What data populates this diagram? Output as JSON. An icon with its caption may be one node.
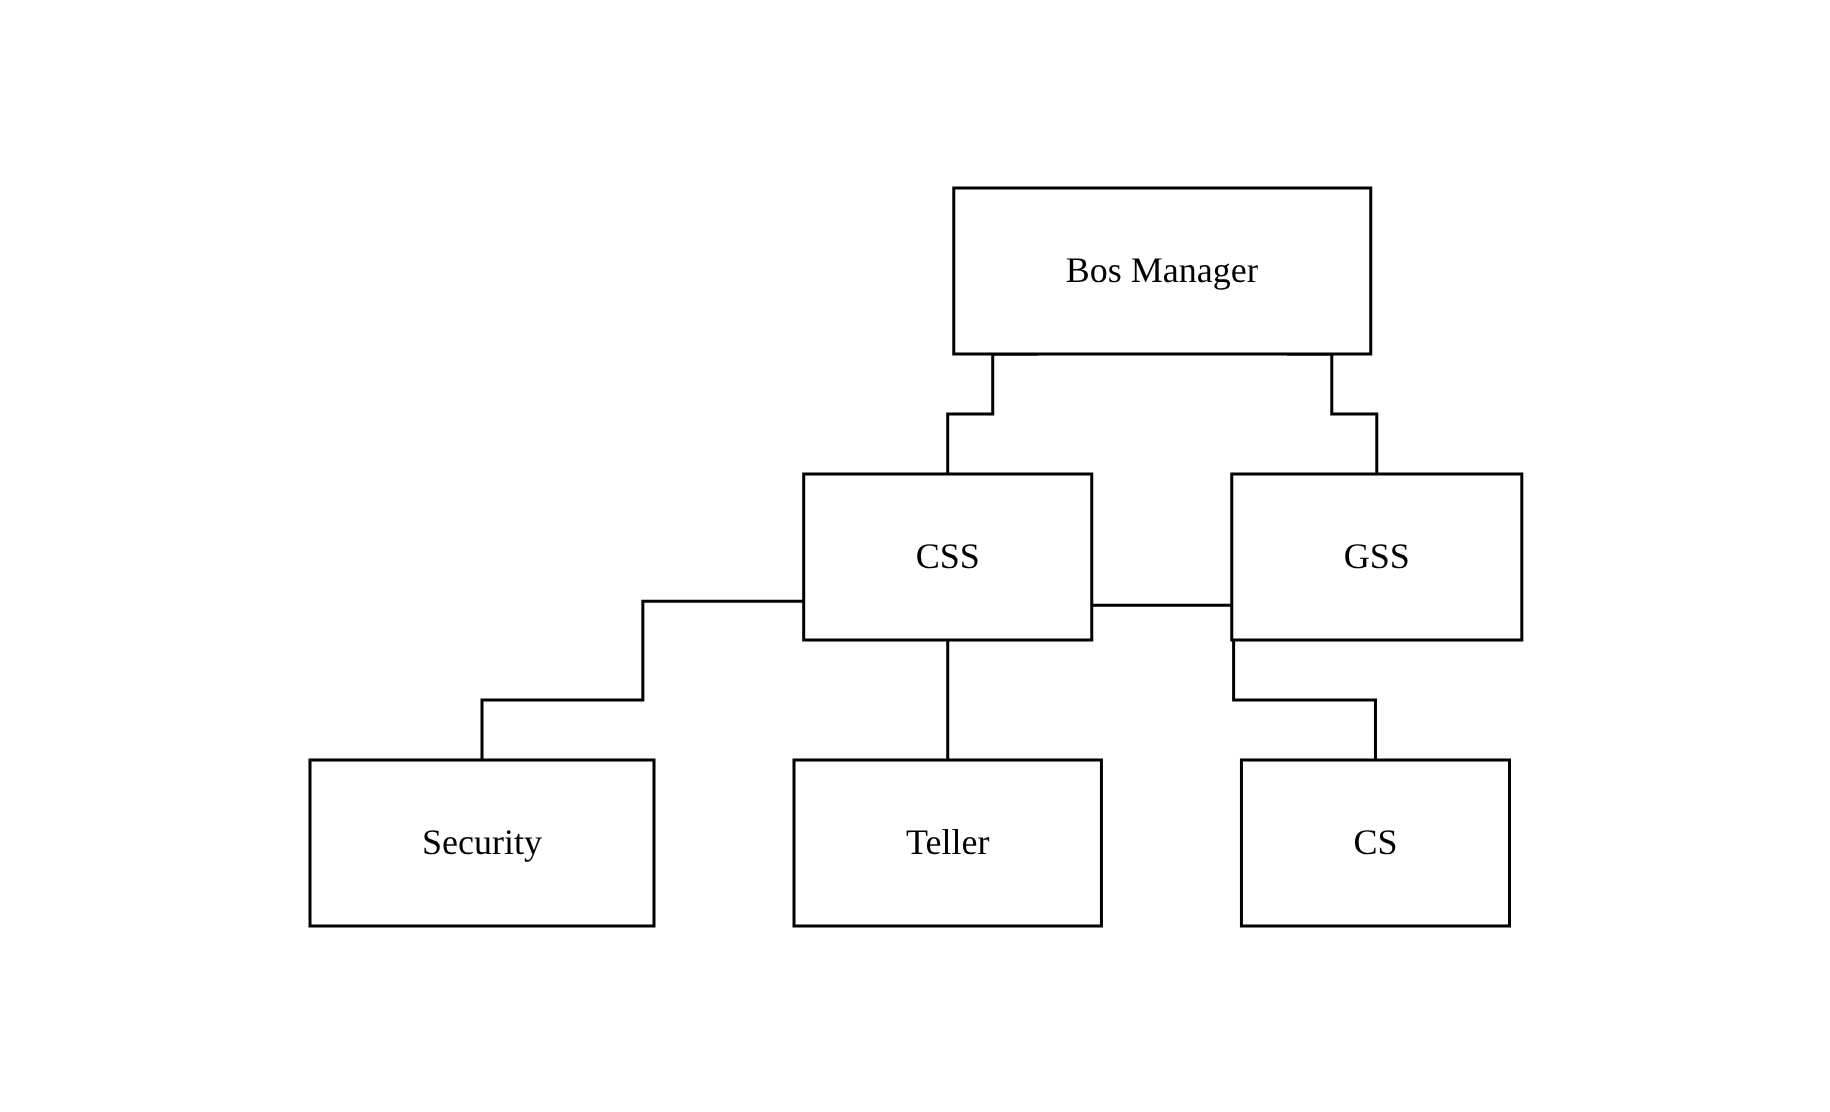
{
  "diagram": {
    "nodes": [
      {
        "text": [
          "Bos Manager"
        ]
      },
      {
        "text": [
          "CSS"
        ]
      },
      {
        "text": [
          "GSS"
        ]
      },
      {
        "text": [
          "Security"
        ]
      },
      {
        "text": [
          "Teller"
        ]
      },
      {
        "text": [
          "CS"
        ]
      }
    ],
    "edges": [
      {
        "from": 0,
        "to": 1,
        "arrow": "none"
      },
      {
        "from": 0,
        "to": 2,
        "arrow": "none"
      },
      {
        "from": 1,
        "to": 3,
        "arrow": "none"
      },
      {
        "from": 1,
        "to": 4,
        "arrow": "none"
      },
      {
        "from": 1,
        "to": 5,
        "arrow": "none"
      }
    ]
  }
}
